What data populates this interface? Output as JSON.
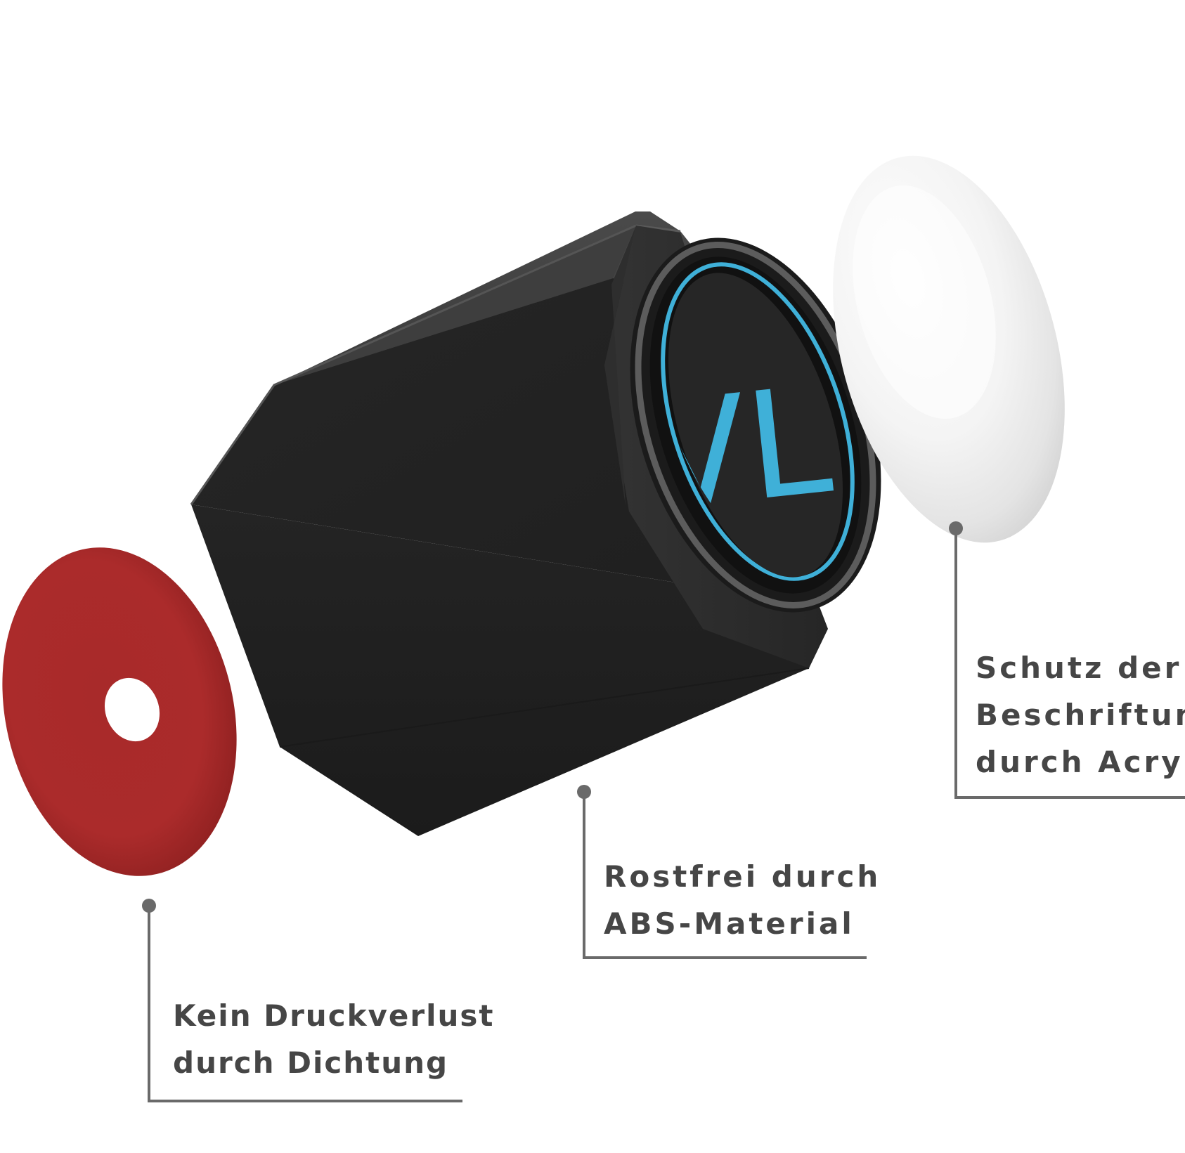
{
  "product": {
    "cap_logo": "VL"
  },
  "colors": {
    "cap_body": "#2b2b2b",
    "cap_logo": "#3fb0d8",
    "seal": "#a82a2a",
    "acrylic": "#f2f2f2",
    "leader_line": "#6a6a6a",
    "label_text": "#464646"
  },
  "callouts": {
    "acryl": {
      "line1": "Schutz der",
      "line2": "Beschriftung",
      "line3": "durch Acryl"
    },
    "abs": {
      "line1": "Rostfrei durch",
      "line2": "ABS-Material"
    },
    "dichtung": {
      "line1": "Kein Druckverlust",
      "line2": "durch Dichtung"
    }
  }
}
